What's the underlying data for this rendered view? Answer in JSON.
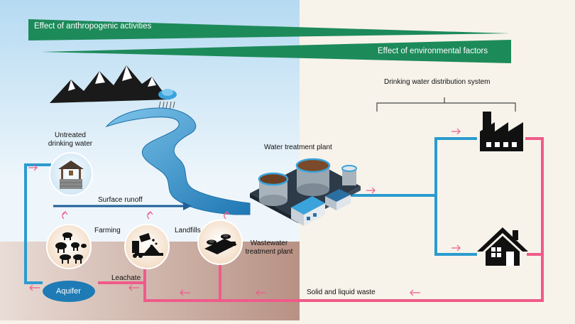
{
  "banners": {
    "anthropogenic": "Effect of anthropogenic activities",
    "environmental": "Effect of environmental factors"
  },
  "labels": {
    "untreated": [
      "Untreated",
      "drinking water"
    ],
    "surface_runoff": "Surface runoff",
    "water_treatment_plant": "Water treatment plant",
    "distribution_system": "Drinking water distribution system",
    "farming": "Farming",
    "landfills": "Landfills",
    "wastewater": [
      "Wastewater",
      "treatment plant"
    ],
    "leachate": "Leachate",
    "aquifer": "Aquifer",
    "waste": "Solid and liquid waste"
  },
  "colors": {
    "sky_top": "#b9ddf3",
    "sky_bottom": "#eef6fb",
    "ground_left": "#cdb2a6",
    "right_panel": "#f7f3ea",
    "banner_green": "#1d8a5a",
    "clean_water_pipe": "#2b9bd0",
    "waste_pipe": "#ef5b8a",
    "river": "#2e8fc6",
    "aquifer": "#1f7bb5"
  },
  "icons": [
    "mountain-icon",
    "rain-cloud-icon",
    "well-icon",
    "farm-animals-icon",
    "landfill-truck-icon",
    "wastewater-plant-icon",
    "treatment-plant-icon",
    "factory-icon",
    "house-icon"
  ]
}
